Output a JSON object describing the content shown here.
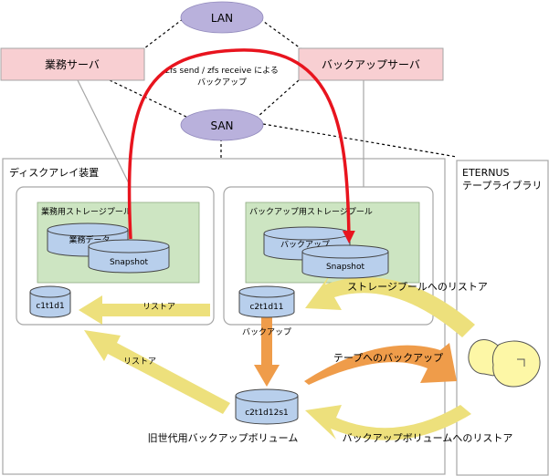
{
  "nodes": {
    "lan": "LAN",
    "san": "SAN",
    "business_server": "業務サーバ",
    "backup_server": "バックアップサーバ",
    "disk_array": "ディスクアレイ装置",
    "eternus_line1": "ETERNUS",
    "eternus_line2": "テープライブラリ"
  },
  "pools": {
    "business_pool": "業務用ストレージプール",
    "backup_pool": "バックアップ用ストレージプール"
  },
  "disks": {
    "business_data": "業務データ",
    "snapshot_business": "Snapshot",
    "backup": "バックアップ",
    "snapshot_backup": "Snapshot",
    "c1t1d1": "c1t1d1",
    "c2t1d11": "c2t1d11",
    "c2t1d12s1": "c2t1d12s1"
  },
  "labels": {
    "zfs_line1": "zfs send / zfs receive による",
    "zfs_line2": "バックアップ",
    "restore_1": "リストア",
    "restore_2": "リストア",
    "backup_label": "バックアップ",
    "old_gen_volume": "旧世代用バックアップボリューム",
    "restore_to_pool": "ストレージプールへのリストア",
    "backup_to_tape": "テープへのバックアップ",
    "restore_to_backup_volume": "バックアップボリュームへのリストア"
  },
  "colors": {
    "server_fill": "#f8cfd2",
    "network_fill": "#b9b1dc",
    "pool_fill": "#cde5c2",
    "disk_fill": "#b8cfec",
    "zfs_arrow": "#e8141e",
    "restore_arrow": "#ede07c",
    "backup_arrow": "#ef9c4a",
    "tape_fill": "#fdf7a6"
  }
}
